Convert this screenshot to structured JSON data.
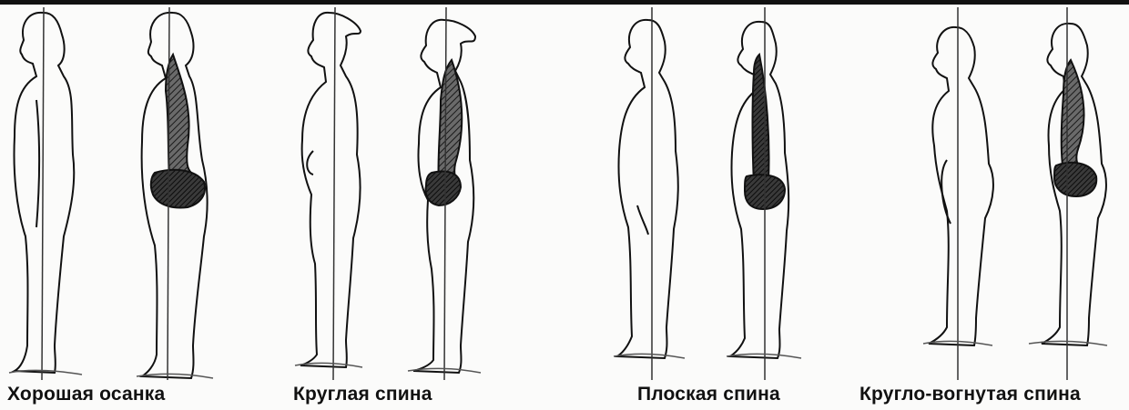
{
  "captions": {
    "good": "Хорошая осанка",
    "round": "Круглая спина",
    "flat": "Плоская спина",
    "round_concave": "Кругло-вогнутая спина"
  },
  "colors": {
    "ink": "#111111",
    "paper": "#fbfbfa",
    "shade": "#5a5a5a",
    "dark_shade": "#222222"
  }
}
